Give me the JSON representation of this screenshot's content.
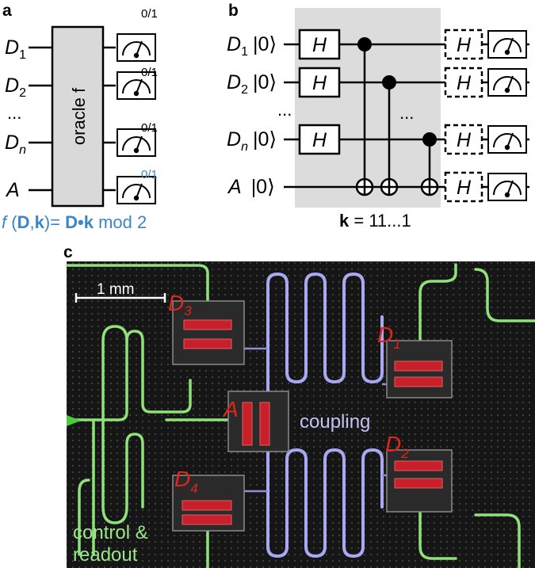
{
  "panel_a": {
    "label": "a",
    "qubits": [
      {
        "name": "D",
        "sub": "1"
      },
      {
        "name": "D",
        "sub": "2"
      },
      {
        "name": "D",
        "sub": "n"
      },
      {
        "name": "A",
        "sub": ""
      }
    ],
    "ellipsis": "...",
    "oracle_label": "oracle f",
    "measure_outcome": "0/1",
    "formula": {
      "f": "f",
      "lhs_open": " (",
      "D": "D",
      "comma": ",",
      "k": "k",
      "lhs_close": ")",
      "equals": "= ",
      "dot_expr": "D•k",
      "mod": " mod 2"
    }
  },
  "panel_b": {
    "label": "b",
    "qubits": [
      {
        "name": "D",
        "sub": "1",
        "ket": "|0⟩"
      },
      {
        "name": "D",
        "sub": "2",
        "ket": "|0⟩"
      },
      {
        "name": "D",
        "sub": "n",
        "ket": "|0⟩"
      },
      {
        "name": "A",
        "sub": "",
        "ket": "|0⟩"
      }
    ],
    "gate": "H",
    "ellipsis": "...",
    "k_label": "k",
    "k_value": " = 11...1"
  },
  "panel_c": {
    "label": "c",
    "scale_bar": "1 mm",
    "qubit_labels": [
      {
        "name": "D",
        "sub": "3"
      },
      {
        "name": "D",
        "sub": "1"
      },
      {
        "name": "A",
        "sub": ""
      },
      {
        "name": "D",
        "sub": "2"
      },
      {
        "name": "D",
        "sub": "4"
      }
    ],
    "coupling_label": "coupling",
    "control_label_line1": "control &",
    "control_label_line2": "readout"
  },
  "colors": {
    "blue": "#3a86c8",
    "oracle_fill": "#d9d9d9",
    "shade": "#dcdcdc",
    "chip_bg": "#181818",
    "green": "#8fe27a",
    "lavender": "#a9a8f2",
    "red_label": "#e0261c",
    "pad_red": "#c8202a"
  }
}
